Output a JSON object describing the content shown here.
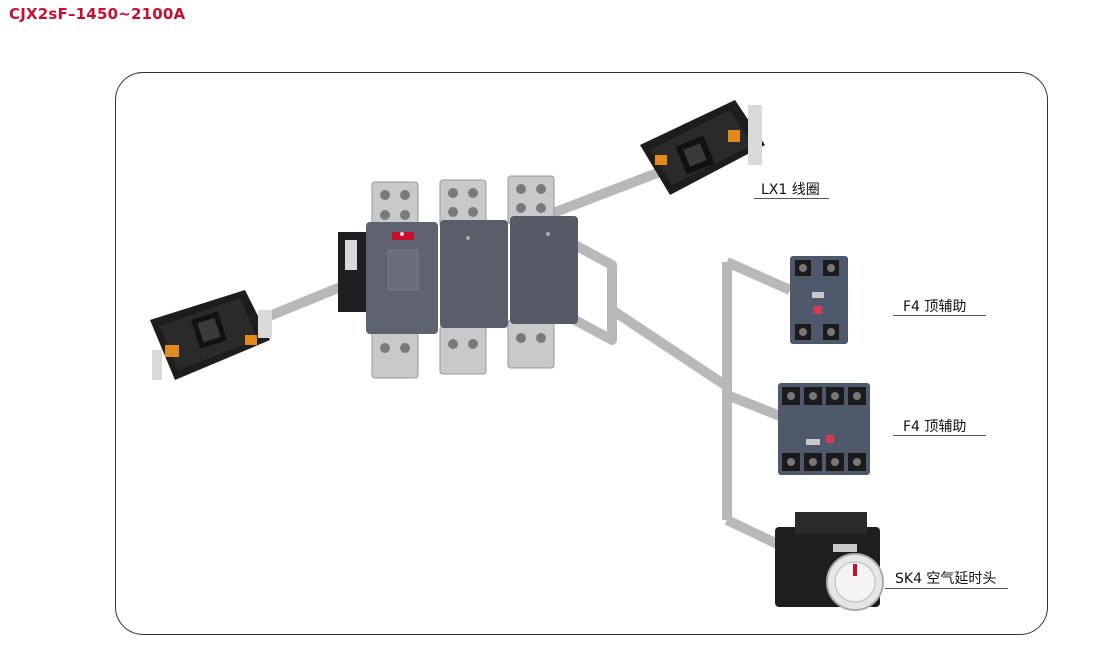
{
  "title": "CJX2sF–1450~2100A",
  "labels": {
    "lx1": "LX1 线圈",
    "f4_top": "F4 顶辅助",
    "f4_bottom": "F4 顶辅助",
    "sk4": "SK4 空气延时头"
  },
  "colors": {
    "title": "#c8102e",
    "connector": "#b5b5b5",
    "module_body": "#5f6370",
    "aux_body": "#4e5a6b",
    "coil_black": "#1d1d1d",
    "coil_orange": "#e28a1e"
  }
}
